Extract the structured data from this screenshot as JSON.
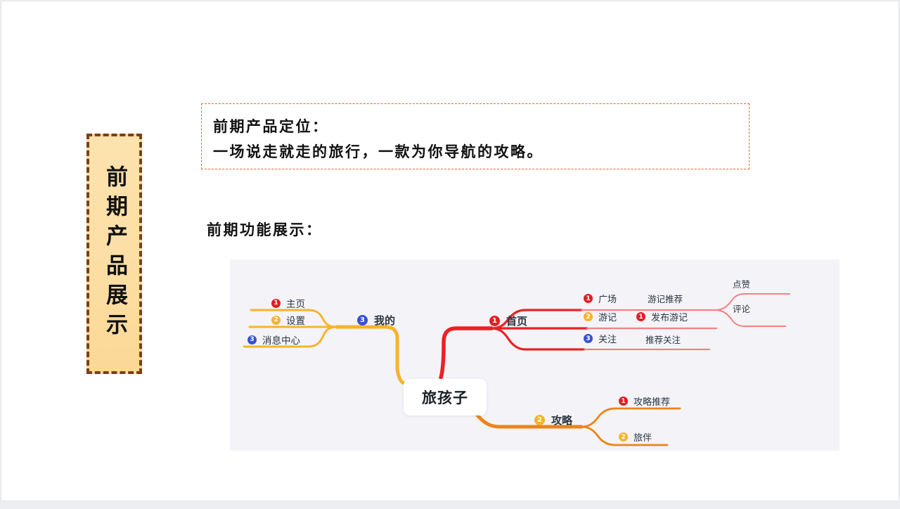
{
  "slide": {
    "vertical_tab_text": "前期产品展示",
    "positioning": {
      "line1": "前期产品定位：",
      "line2": "一场说走就走的旅行，一款为你导航的攻略。"
    },
    "section_heading": "前期功能展示："
  },
  "colors": {
    "brand_red": "#e01f26",
    "brand_yellow": "#f7b32b",
    "brand_blue": "#3751d6",
    "brand_orange": "#ef8216",
    "tab_fill": "#fcdfa6",
    "tab_border": "#7d4011",
    "box_border": "#e8622c",
    "panel_bg": "#f4f4f8"
  },
  "mindmap": {
    "root": "旅孩子",
    "branches": {
      "mine": {
        "badge": "3",
        "label": "我的",
        "children": [
          {
            "badge": "1",
            "label": "主页"
          },
          {
            "badge": "2",
            "label": "设置"
          },
          {
            "badge": "3",
            "label": "消息中心"
          }
        ]
      },
      "home": {
        "badge": "1",
        "label": "首页",
        "children": [
          {
            "badge": "1",
            "label": "广场",
            "child": "游记推荐",
            "leaves": [
              "点赞",
              "评论"
            ]
          },
          {
            "badge": "2",
            "label": "游记",
            "child_badge": "1",
            "child": "发布游记"
          },
          {
            "badge": "3",
            "label": "关注",
            "child": "推荐关注"
          }
        ]
      },
      "guide": {
        "badge": "2",
        "label": "攻略",
        "children": [
          {
            "badge": "1",
            "label": "攻略推荐"
          },
          {
            "badge": "2",
            "label": "旅伴"
          }
        ]
      }
    }
  }
}
